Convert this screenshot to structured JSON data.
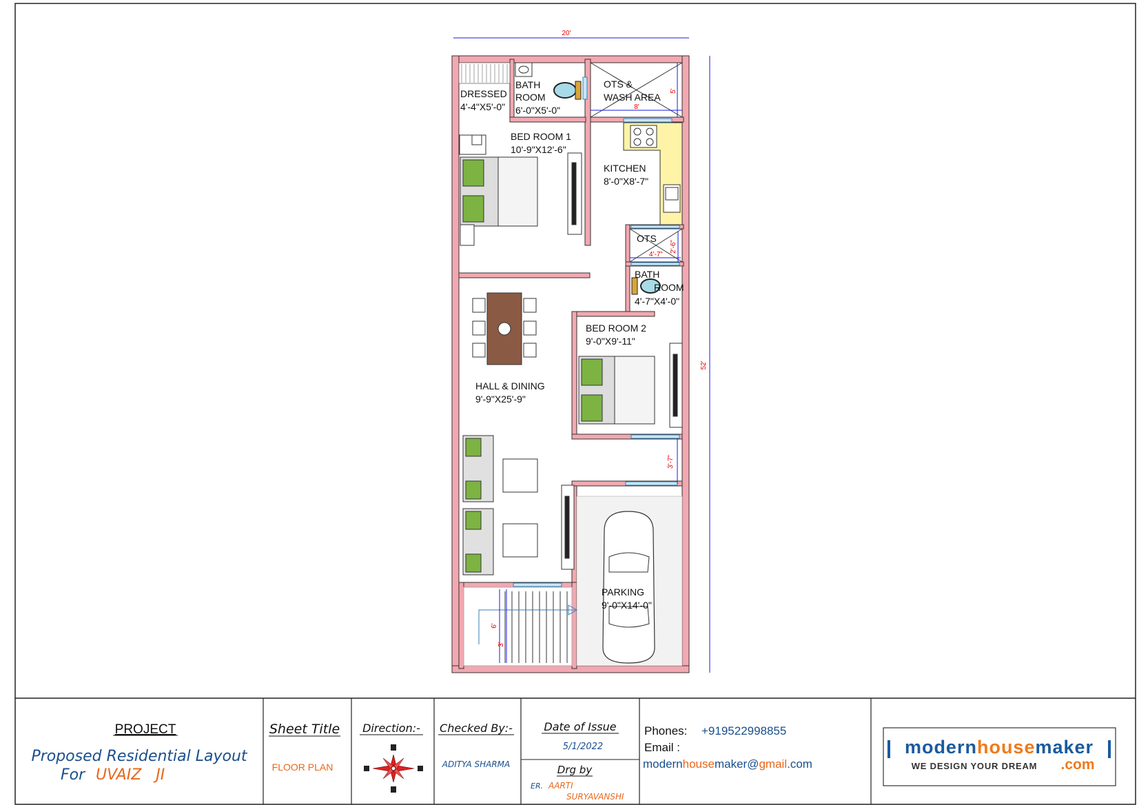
{
  "plan": {
    "dim_width": "20'",
    "dim_length": "52'",
    "rooms": {
      "dressed": {
        "name": "DRESSED",
        "size": "4'-4\"X5'-0\""
      },
      "bath1": {
        "name1": "BATH",
        "name2": "ROOM",
        "size": "6'-0\"X5'-0\""
      },
      "ots_wash": {
        "name1": "OTS &",
        "name2": "WASH AREA",
        "dim_h": "8'",
        "dim_v": "5'"
      },
      "bed1": {
        "name": "BED ROOM 1",
        "size": "10'-9\"X12'-6\""
      },
      "kitchen": {
        "name": "KITCHEN",
        "size": "8'-0\"X8'-7\""
      },
      "ots2": {
        "name": "OTS",
        "dim_h": "4'-7\"",
        "dim_v": "2'-6\""
      },
      "bath2": {
        "name1": "BATH",
        "name2": "ROOM",
        "size": "4'-7\"X4'-0\""
      },
      "bed2": {
        "name": "BED ROOM 2",
        "size": "9'-0\"X9'-11\""
      },
      "hall": {
        "name": "HALL & DINING",
        "size": "9'-9\"X25'-9\""
      },
      "parking": {
        "name": "PARKING",
        "size": "9'-0\"X14'-0\""
      }
    },
    "dims_misc": {
      "passage": "3'-7\"",
      "stair_a": "6'",
      "stair_b": "3'"
    }
  },
  "titleblock": {
    "project_label": "PROJECT",
    "project_line1": "Proposed Residential Layout",
    "project_for": "For",
    "project_client": "UVAIZ   JI",
    "sheet_title_label": "Sheet Title",
    "sheet_title_value": "FLOOR PLAN",
    "direction_label": "Direction:-",
    "checked_label": "Checked By:-",
    "checked_value": "ADITYA SHARMA",
    "date_label": "Date of Issue",
    "date_value": "5/1/2022",
    "drg_label": "Drg by",
    "drg_prefix": "ER.",
    "drg_name1": "AARTI",
    "drg_name2": "SURYAVANSHI",
    "phones_label": "Phones:",
    "phones_value": "+919522998855",
    "email_label": "Email :",
    "email_part1": "modern",
    "email_part2": "house",
    "email_part3": "maker@",
    "email_part4": "gmail",
    "email_part5": ".com",
    "logo_part1": "modern",
    "logo_part2": "house",
    "logo_part3": "maker",
    "logo_tagline": "WE DESIGN YOUR DREAM",
    "logo_com": ".com"
  },
  "colors": {
    "wall": "#f2a8b0",
    "line": "#222222",
    "dim_blue": "#1a1ae6",
    "dim_red": "#e60000",
    "client_orange": "#e8661a",
    "project_blue": "#1a4f8c",
    "logo_blue": "#1a5a9e",
    "logo_orange": "#f07a1a",
    "sofa_green": "#7cb342",
    "table_brown": "#8a5a44",
    "counter_yellow": "#fff3a8"
  }
}
